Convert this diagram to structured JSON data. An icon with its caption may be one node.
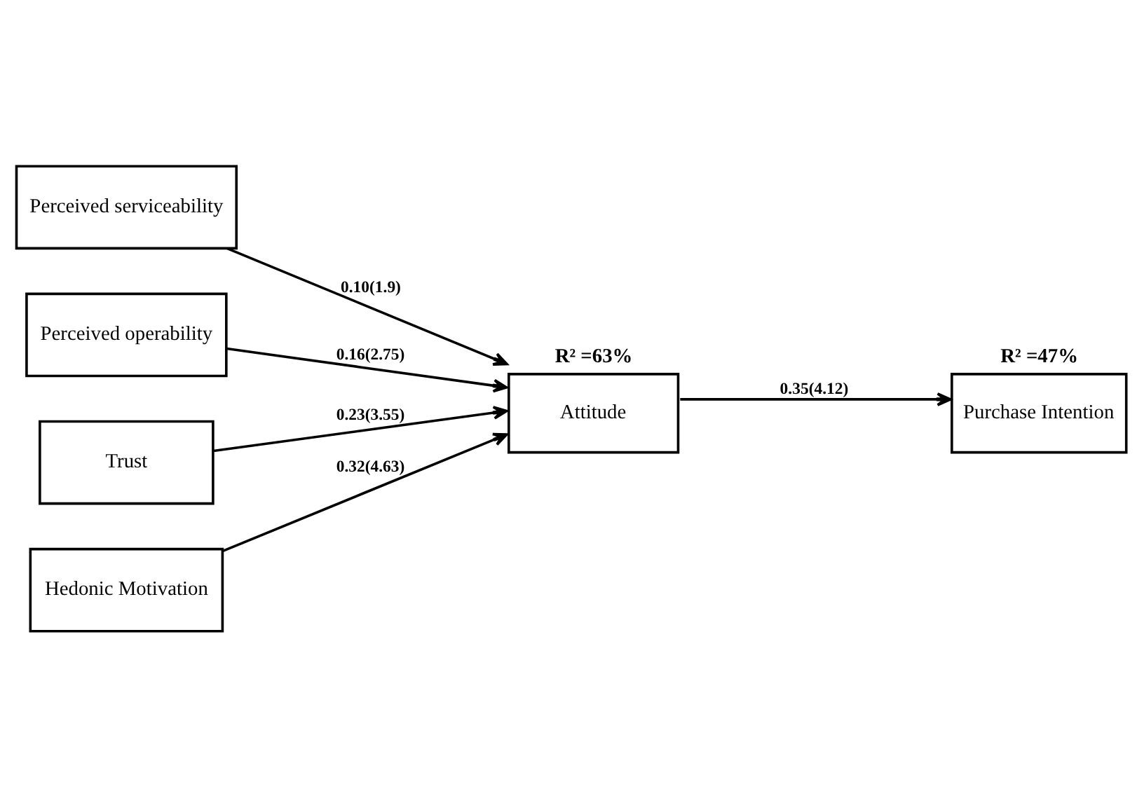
{
  "diagram": {
    "nodes": [
      {
        "text": [
          "Perceived serviceability"
        ]
      },
      {
        "text": [
          "Perceived operability"
        ]
      },
      {
        "text": [
          "Trust"
        ]
      },
      {
        "text": [
          "Hedonic Motivation"
        ]
      },
      {
        "text": [
          "Attitude"
        ],
        "beside": [
          "R² =63%"
        ]
      },
      {
        "text": [
          "Purchase Intention"
        ],
        "beside": [
          "R² =47%"
        ]
      }
    ],
    "edges": [
      {
        "from": 0,
        "to": 4,
        "arrow": "to",
        "label": "0.10(1.9)"
      },
      {
        "from": 1,
        "to": 4,
        "arrow": "to",
        "label": "0.16(2.75)"
      },
      {
        "from": 2,
        "to": 4,
        "arrow": "to",
        "label": "0.23(3.55)"
      },
      {
        "from": 3,
        "to": 4,
        "arrow": "to",
        "label": "0.32(4.63)"
      },
      {
        "from": 4,
        "to": 5,
        "arrow": "to",
        "label": "0.35(4.12)"
      }
    ]
  }
}
